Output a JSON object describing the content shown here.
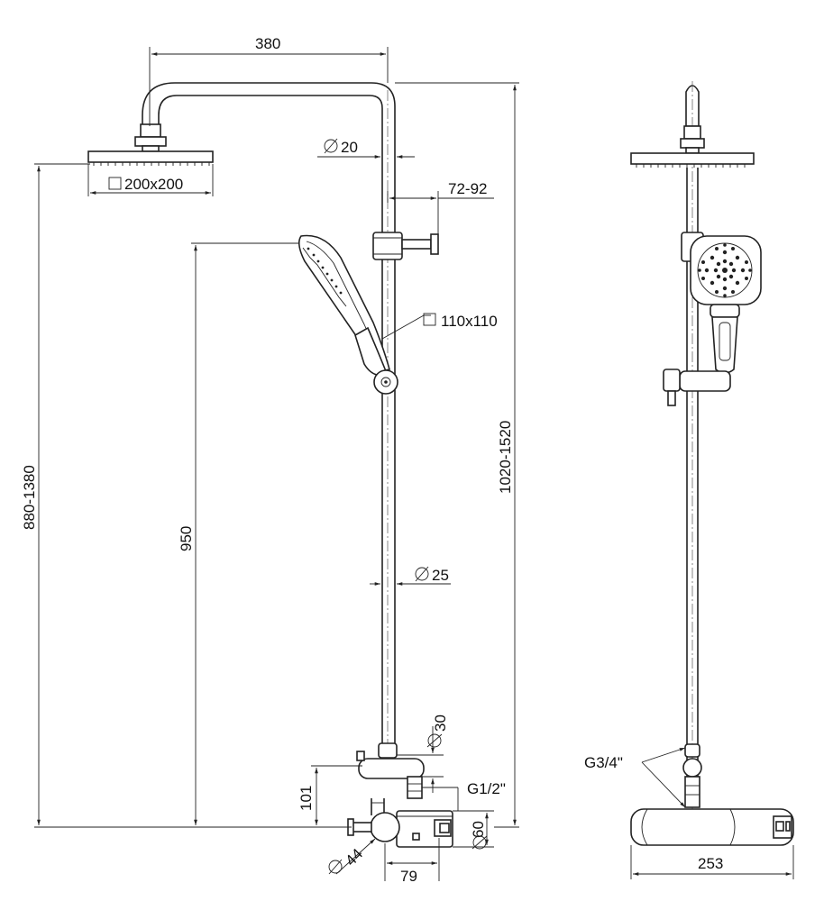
{
  "dimensions": {
    "arm_length": "380",
    "top_pipe_diameter": "20",
    "head_size": "200x200",
    "bracket_range": "72-92",
    "hand_shower_size": "110x110",
    "total_height_range": "1020-1520",
    "head_height_range": "880-1380",
    "slide_height": "950",
    "rail_diameter": "25",
    "lower_pipe_diameter": "30",
    "mixer_offset": "101",
    "inlet_thread": "G1/2\"",
    "knob_diameter": "60",
    "body_diameter": "44",
    "connection_offset": "79",
    "side_inlet_thread": "G3/4\"",
    "mixer_width": "253"
  },
  "symbols": {
    "diameter_icon": "diameter-symbol",
    "square_icon": "square-symbol"
  }
}
